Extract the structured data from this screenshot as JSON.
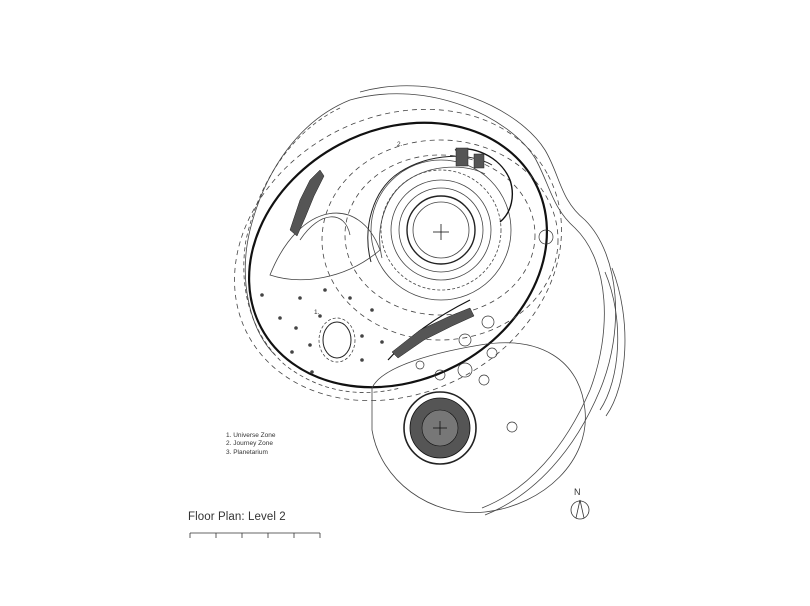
{
  "legend": {
    "items": [
      "1. Universe Zone",
      "2. Journey Zone",
      "3. Planetarium"
    ]
  },
  "zone_labels": {
    "universe": "1.",
    "journey": "2."
  },
  "title": "Floor Plan: Level 2",
  "north": "N"
}
